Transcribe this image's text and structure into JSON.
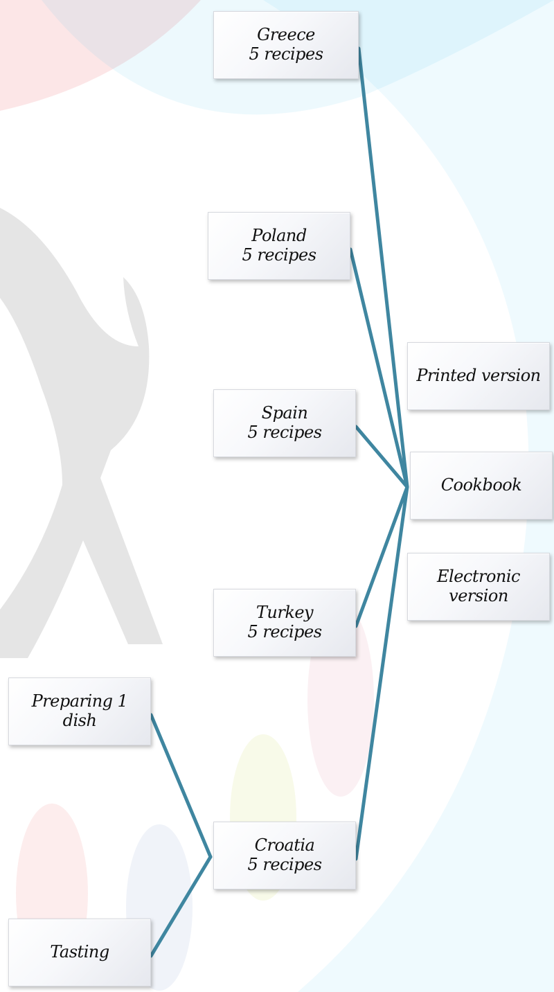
{
  "colors": {
    "connector": "#3f86a0",
    "node_border": "#d6d8de",
    "bg_arc_red": "#e8323c",
    "bg_arc_blue": "#36b9ec",
    "bg_figure": "#8a8a8a"
  },
  "nodes": {
    "greece": {
      "name": "Greece",
      "sub": "5 recipes"
    },
    "poland": {
      "name": "Poland",
      "sub": "5 recipes"
    },
    "spain": {
      "name": "Spain",
      "sub": "5 recipes"
    },
    "turkey": {
      "name": "Turkey",
      "sub": "5 recipes"
    },
    "croatia": {
      "name": "Croatia",
      "sub": "5 recipes"
    },
    "cookbook": {
      "label": "Cookbook"
    },
    "printed": {
      "label": "Printed version"
    },
    "electronic": {
      "label": "Electronic version"
    },
    "preparing": {
      "label": "Preparing 1 dish"
    },
    "tasting": {
      "label": "Tasting"
    }
  },
  "connections": [
    [
      "greece",
      "cookbook"
    ],
    [
      "poland",
      "cookbook"
    ],
    [
      "spain",
      "cookbook"
    ],
    [
      "turkey",
      "cookbook"
    ],
    [
      "croatia",
      "cookbook"
    ],
    [
      "preparing",
      "croatia"
    ],
    [
      "tasting",
      "croatia"
    ]
  ]
}
